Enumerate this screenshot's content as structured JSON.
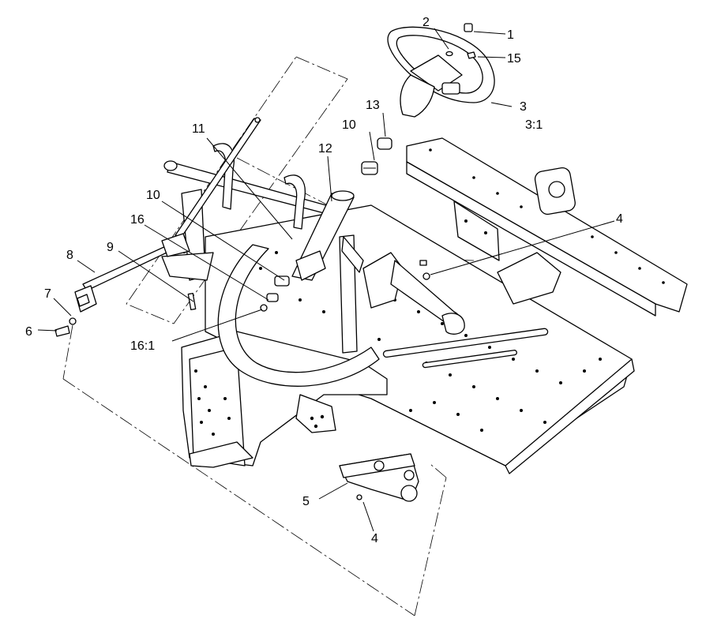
{
  "callouts": [
    {
      "id": "c1",
      "label": "1"
    },
    {
      "id": "c2",
      "label": "2"
    },
    {
      "id": "c3",
      "label": "3"
    },
    {
      "id": "c3-1",
      "label": "3:1"
    },
    {
      "id": "c4a",
      "label": "4"
    },
    {
      "id": "c4b",
      "label": "4"
    },
    {
      "id": "c5",
      "label": "5"
    },
    {
      "id": "c6",
      "label": "6"
    },
    {
      "id": "c7",
      "label": "7"
    },
    {
      "id": "c8",
      "label": "8"
    },
    {
      "id": "c9",
      "label": "9"
    },
    {
      "id": "c10a",
      "label": "10"
    },
    {
      "id": "c10b",
      "label": "10"
    },
    {
      "id": "c11",
      "label": "11"
    },
    {
      "id": "c12",
      "label": "12"
    },
    {
      "id": "c13",
      "label": "13"
    },
    {
      "id": "c15",
      "label": "15"
    },
    {
      "id": "c16",
      "label": "16"
    },
    {
      "id": "c16-1",
      "label": "16:1"
    }
  ]
}
